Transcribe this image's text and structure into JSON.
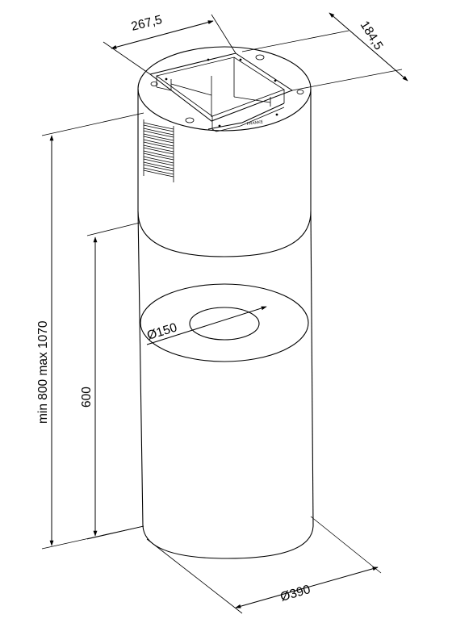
{
  "drawing": {
    "dimensions": {
      "top_width": "267,5",
      "top_depth": "184,5",
      "total_height": "min 800 max 1070",
      "lower_height": "600",
      "outlet_diameter": "Ø150",
      "body_diameter": "Ø390"
    },
    "brand_mark": "FRANKE"
  }
}
